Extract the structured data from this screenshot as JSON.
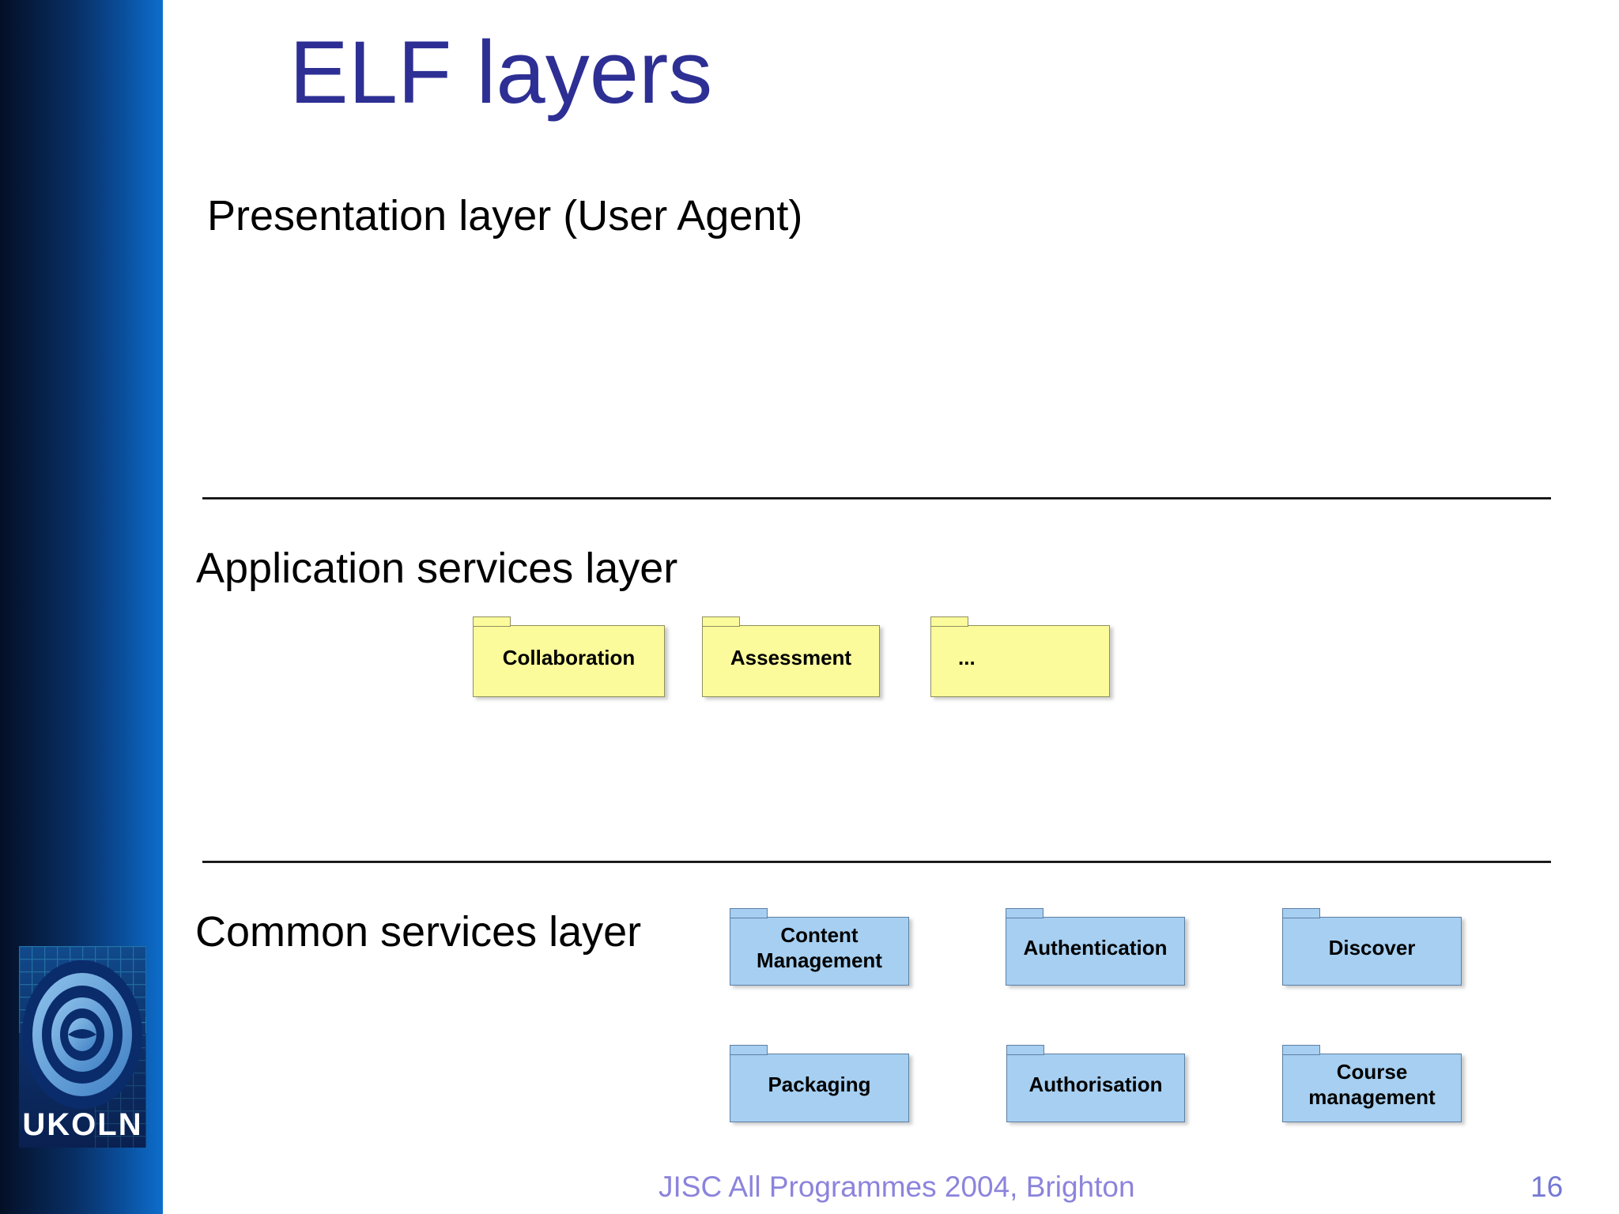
{
  "slide": {
    "title": "ELF layers",
    "footer": "JISC All Programmes 2004, Brighton",
    "page_number": "16"
  },
  "sidebar": {
    "logo_text": "UKOLN"
  },
  "layers": {
    "presentation": {
      "label": "Presentation layer (User Agent)"
    },
    "application": {
      "label": "Application services layer",
      "folders": [
        {
          "label": "Collaboration"
        },
        {
          "label": "Assessment"
        },
        {
          "label": "..."
        }
      ]
    },
    "common": {
      "label": "Common services layer",
      "folders": [
        {
          "label": "Content Management"
        },
        {
          "label": "Authentication"
        },
        {
          "label": "Discover"
        },
        {
          "label": "Packaging"
        },
        {
          "label": "Authorisation"
        },
        {
          "label": "Course management"
        }
      ]
    }
  },
  "colors": {
    "title": "#2d2f94",
    "application_package_fill": "#fbfb9b",
    "application_package_border": "#8f8f5f",
    "common_package_fill": "#a6cff1",
    "common_package_border": "#5e7fa3",
    "footer_text": "#8c84dc",
    "page_number": "#7478d2",
    "sidebar_gradient_start": "#040f26",
    "sidebar_gradient_end": "#0d6ecc"
  }
}
